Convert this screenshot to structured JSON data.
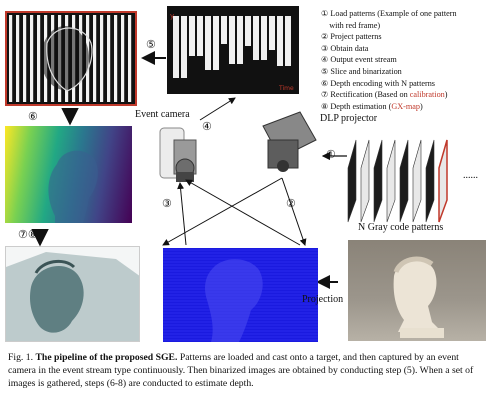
{
  "legend": {
    "items": [
      {
        "num": "①",
        "text": "Load patterns (Example of one pattern"
      },
      {
        "num": "",
        "text": "with red frame)"
      },
      {
        "num": "②",
        "text": "Project patterns"
      },
      {
        "num": "③",
        "text": "Obtain data"
      },
      {
        "num": "④",
        "text": "Output event stream"
      },
      {
        "num": "⑤",
        "text": "Slice and binarization"
      },
      {
        "num": "⑥",
        "text": "Depth encoding with N patterns"
      },
      {
        "num": "⑦",
        "text": "Rectification (Based on ",
        "red": "calibration",
        "tail": ")"
      },
      {
        "num": "⑧",
        "text": "Depth estimation (",
        "red": "GX-map",
        "tail": ")"
      }
    ]
  },
  "labels": {
    "event_camera": "Event camera",
    "dlp_projector": "DLP projector",
    "gray_code": "N Gray code patterns",
    "projection": "Projection",
    "ellipsis": "......"
  },
  "steps": {
    "s1": "①",
    "s2": "②",
    "s3": "③",
    "s4": "④",
    "s5": "⑤",
    "s6": "⑥",
    "s78": "⑦⑧"
  },
  "event_plot_axis": {
    "y": "y",
    "time": "Time"
  },
  "caption": {
    "fig": "Fig. 1.",
    "bold": "The pipeline of the proposed SGE.",
    "rest": " Patterns are loaded and cast onto a target, and then captured by an event camera in the event stream type continuously.  Then binarized images are obtained by conducting step (5). When a set of images is gathered, steps (6-8) are conducted to estimate depth."
  },
  "colors": {
    "red": "#c0392b",
    "blue": "#1a1adf"
  }
}
